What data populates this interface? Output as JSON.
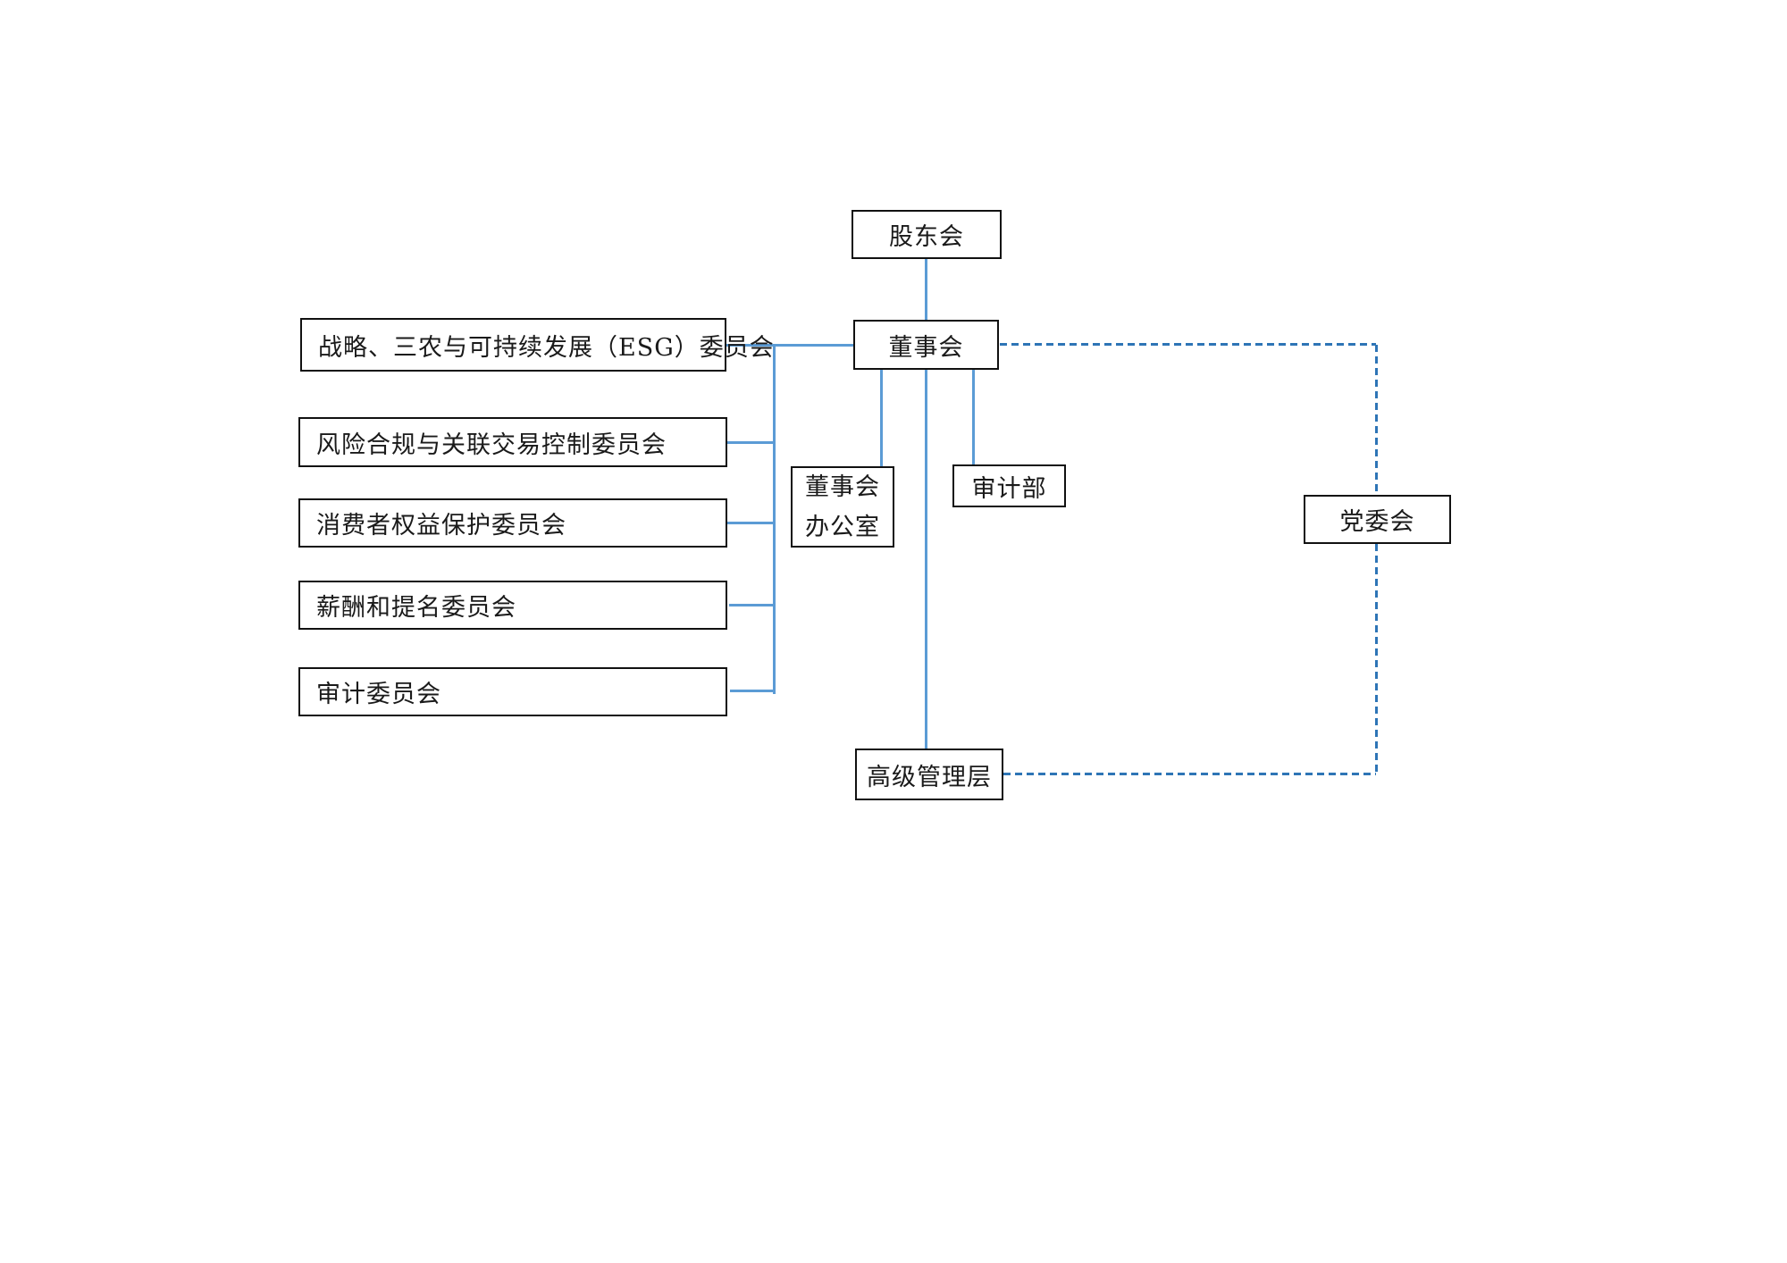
{
  "diagram": {
    "kind": "org-chart",
    "nodes": {
      "shareholders": "股东会",
      "board": "董事会",
      "esg_committee": "战略、三农与可持续发展（ESG）委员会",
      "risk_committee": "风险合规与关联交易控制委员会",
      "consumer_committee": "消费者权益保护委员会",
      "compensation_committee": "薪酬和提名委员会",
      "audit_committee": "审计委员会",
      "board_office": {
        "line1": "董事会",
        "line2": "办公室"
      },
      "audit_department": "审计部",
      "party_committee": "党委会",
      "senior_management": "高级管理层"
    },
    "edges": [
      {
        "from": "shareholders",
        "to": "board",
        "style": "solid"
      },
      {
        "from": "board",
        "to": "esg_committee",
        "style": "solid"
      },
      {
        "from": "board",
        "to": "risk_committee",
        "style": "solid"
      },
      {
        "from": "board",
        "to": "consumer_committee",
        "style": "solid"
      },
      {
        "from": "board",
        "to": "compensation_committee",
        "style": "solid"
      },
      {
        "from": "board",
        "to": "audit_committee",
        "style": "solid"
      },
      {
        "from": "board",
        "to": "board_office",
        "style": "solid"
      },
      {
        "from": "board",
        "to": "audit_department",
        "style": "solid"
      },
      {
        "from": "board",
        "to": "senior_management",
        "style": "solid"
      },
      {
        "from": "board",
        "to": "party_committee",
        "style": "dashed"
      },
      {
        "from": "party_committee",
        "to": "senior_management",
        "style": "dashed"
      }
    ],
    "colors": {
      "solid_line": "#5B9BD5",
      "dashed_line": "#2E75B6",
      "box_border": "#111111",
      "background": "#FFFFFF",
      "text": "#1A1A1A"
    }
  }
}
